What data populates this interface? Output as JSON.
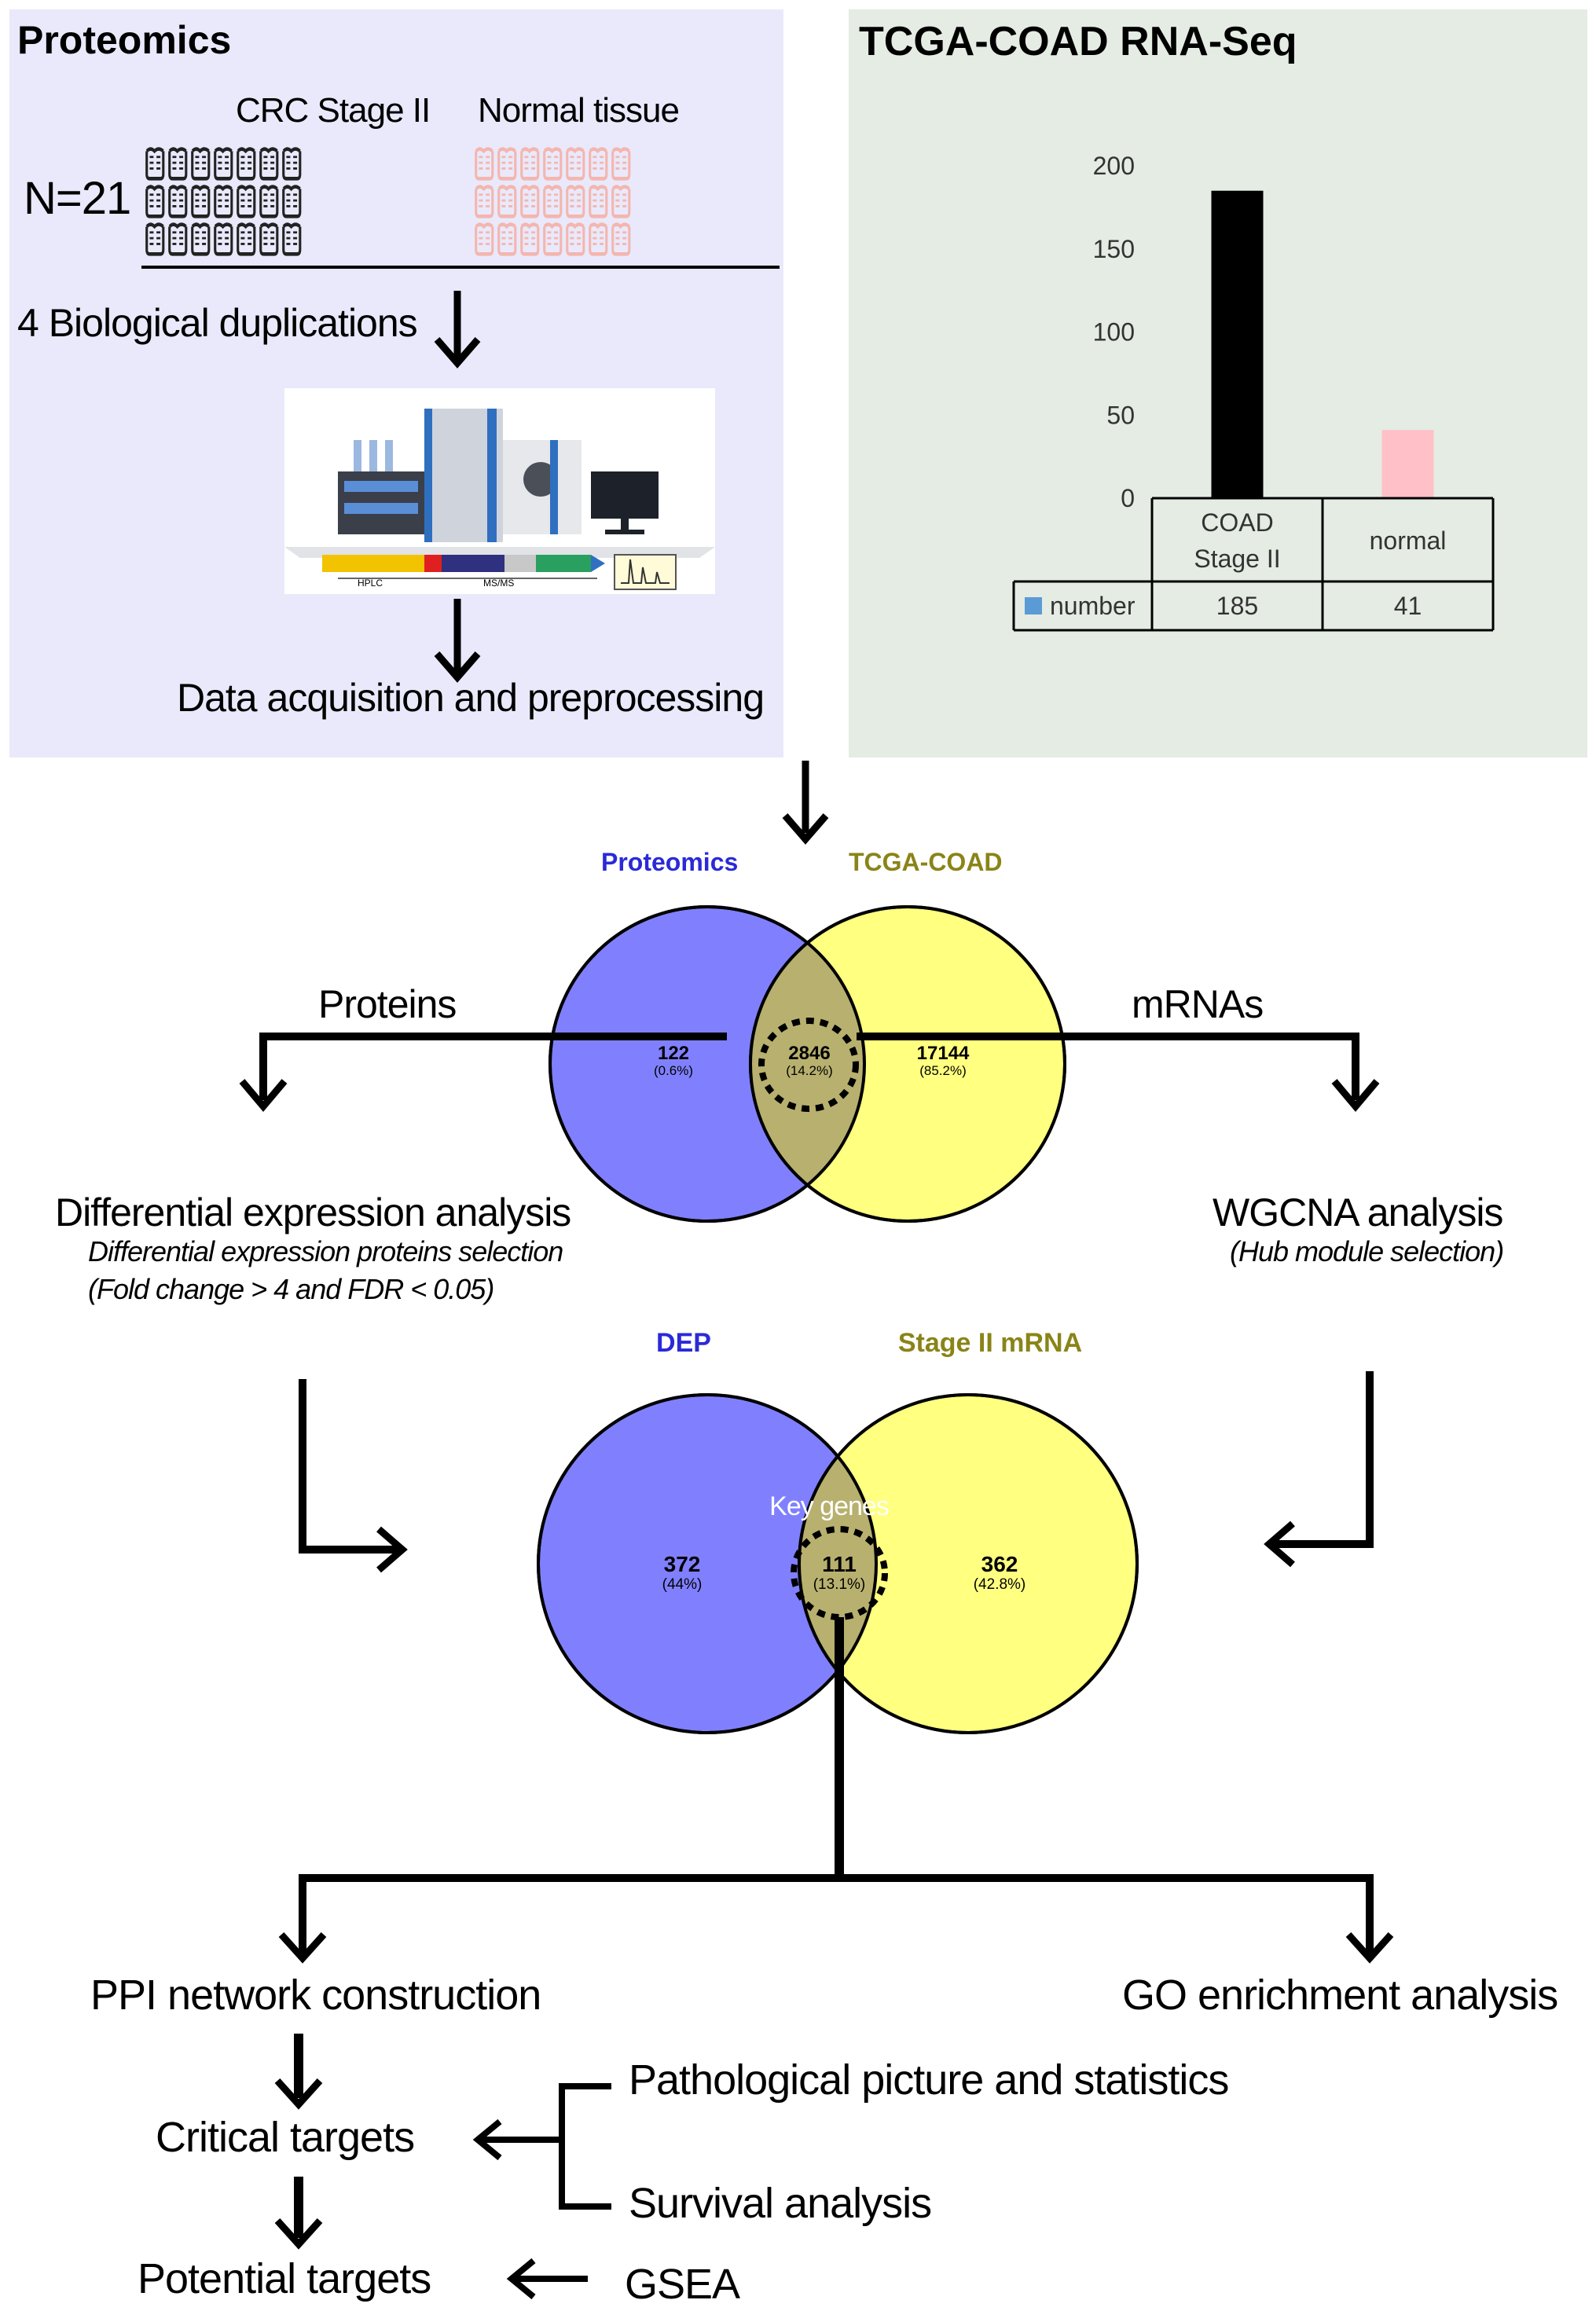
{
  "colors": {
    "proteomics_panel": "#e9e9fb",
    "tcga_panel": "#e4ece4",
    "venn_blue": "#8080ff",
    "venn_yellow": "#ffff80",
    "venn_overlap": "#b8b06e",
    "label_blue": "#2a2ad8",
    "label_olive": "#8a8418",
    "bar_tumor": "#000000",
    "bar_normal": "#ffc0c8",
    "legend_square": "#5b9bd5",
    "tissue_tumor": "#222222",
    "tissue_normal": "#f4b6ae"
  },
  "proteomics": {
    "title": "Proteomics",
    "group_tumor": "CRC Stage II",
    "group_normal": "Normal tissue",
    "n_label": "N=21",
    "step1": "4 Biological duplications",
    "instrument": {
      "hplc": "HPLC",
      "msms": "MS/MS"
    },
    "step2": "Data acquisition and preprocessing"
  },
  "tcga": {
    "title": "TCGA-COAD RNA-Seq",
    "legend_label": "number"
  },
  "chart_data": {
    "type": "bar",
    "categories": [
      "COAD Stage II",
      "normal"
    ],
    "category_lines": [
      [
        "COAD",
        "Stage II"
      ],
      [
        "normal"
      ]
    ],
    "series": [
      {
        "name": "number",
        "values": [
          185,
          41
        ]
      }
    ],
    "ylim": [
      0,
      200
    ],
    "yticks": [
      0,
      50,
      100,
      150,
      200
    ],
    "legend": "data-table",
    "grid": false
  },
  "venn1": {
    "left_label": "Proteomics",
    "right_label": "TCGA-COAD",
    "left_value": "122",
    "left_pct": "(0.6%)",
    "center_value": "2846",
    "center_pct": "(14.2%)",
    "right_value": "17144",
    "right_pct": "(85.2%)"
  },
  "branch": {
    "left_label": "Proteins",
    "right_label": "mRNAs",
    "dea_title": "Differential expression analysis",
    "dea_sub1": "Differential expression proteins selection",
    "dea_sub2": "(Fold change > 4 and FDR < 0.05)",
    "wgcna_title": "WGCNA analysis",
    "wgcna_sub": "(Hub module selection)"
  },
  "venn2": {
    "left_label": "DEP",
    "right_label": "Stage II mRNA",
    "key_label": "Key genes",
    "left_value": "372",
    "left_pct": "(44%)",
    "center_value": "111",
    "center_pct": "(13.1%)",
    "right_value": "362",
    "right_pct": "(42.8%)"
  },
  "downstream": {
    "ppi": "PPI network construction",
    "go": "GO enrichment analysis",
    "critical": "Critical targets",
    "pathology": "Pathological picture and statistics",
    "survival": "Survival analysis",
    "potential": "Potential targets",
    "gsea": "GSEA"
  }
}
